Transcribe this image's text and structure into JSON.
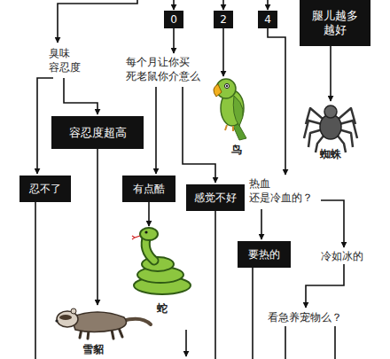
{
  "diagram": {
    "nodes": [
      {
        "text": [
          "0"
        ]
      },
      {
        "text": [
          "2"
        ]
      },
      {
        "text": [
          "4"
        ]
      },
      {
        "text": [
          "腿儿越多 越好"
        ]
      },
      {
        "text": [
          "容忍度超高"
        ]
      },
      {
        "text": [
          "忍不了"
        ]
      },
      {
        "text": [
          "有点酷"
        ]
      },
      {
        "text": [
          "感觉不好"
        ]
      },
      {
        "text": [
          "要热的"
        ]
      }
    ],
    "labels": [
      "臭味 容忍度",
      "每个月让你买 死老鼠你介意么",
      "鸟",
      "蜘蛛",
      "热血 还是冷血的？",
      "蛇",
      "冷如冰的",
      "雪貂",
      "看急养宠物么？"
    ]
  }
}
